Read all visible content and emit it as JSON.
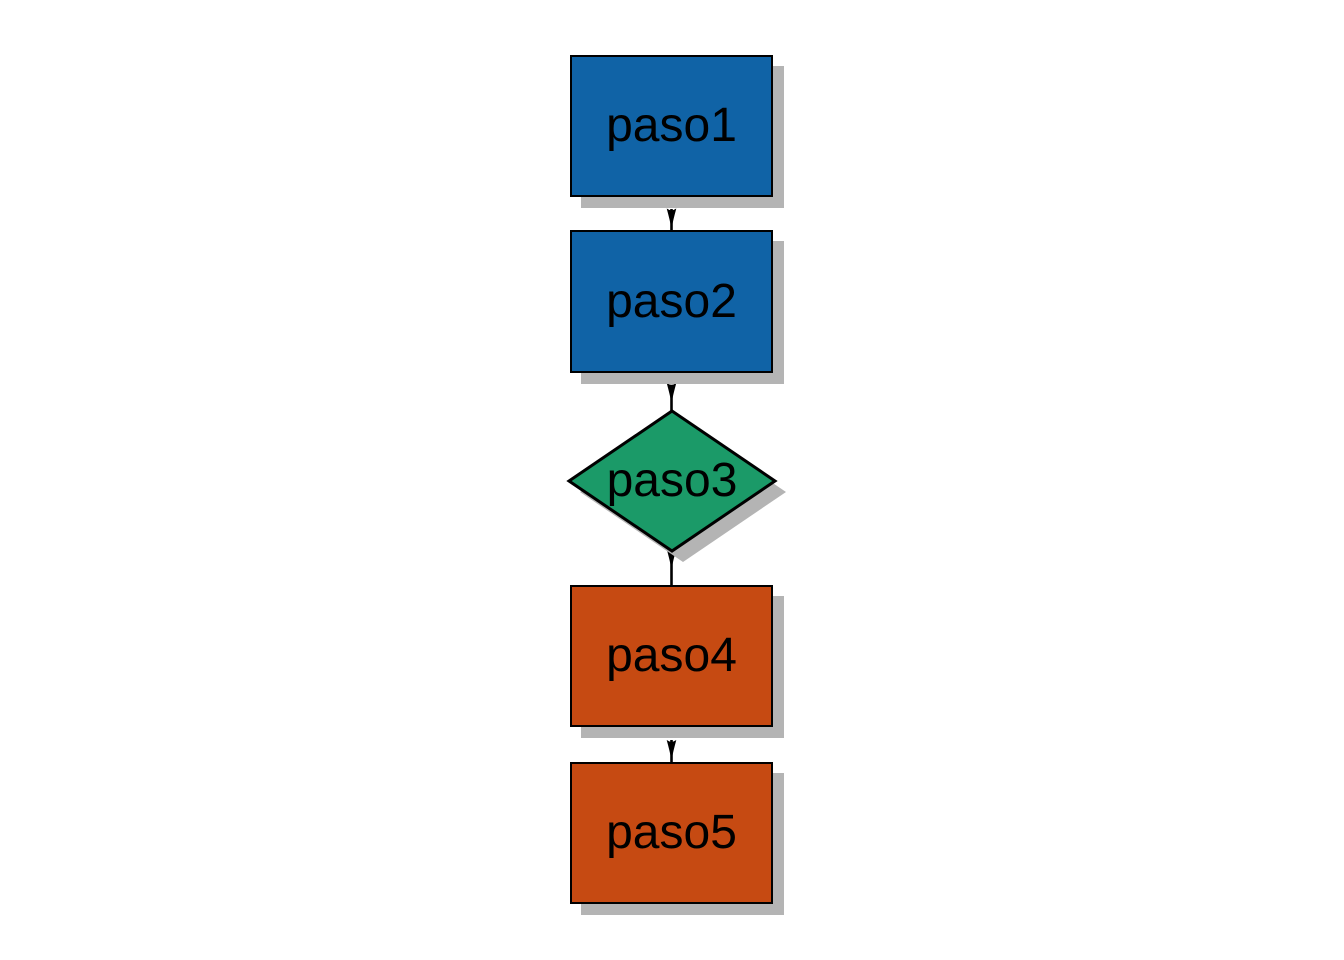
{
  "diagram": {
    "background_color": "#FFFFFF",
    "border_color": "#000000",
    "text_color": "#000000",
    "shadow_color": "#B4B4B4",
    "arrow_color": "#000000",
    "nodes": [
      {
        "id": "paso1",
        "label": "paso1",
        "shape": "rectangle",
        "color": "#1063A6"
      },
      {
        "id": "paso2",
        "label": "paso2",
        "shape": "rectangle",
        "color": "#1063A6"
      },
      {
        "id": "paso3",
        "label": "paso3",
        "shape": "diamond",
        "color": "#1B9A68"
      },
      {
        "id": "paso4",
        "label": "paso4",
        "shape": "rectangle",
        "color": "#C64A12"
      },
      {
        "id": "paso5",
        "label": "paso5",
        "shape": "rectangle",
        "color": "#C64A12"
      }
    ],
    "edges": [
      {
        "from": "paso1",
        "to": "paso2"
      },
      {
        "from": "paso2",
        "to": "paso3"
      },
      {
        "from": "paso3",
        "to": "paso4"
      },
      {
        "from": "paso4",
        "to": "paso5"
      }
    ]
  }
}
